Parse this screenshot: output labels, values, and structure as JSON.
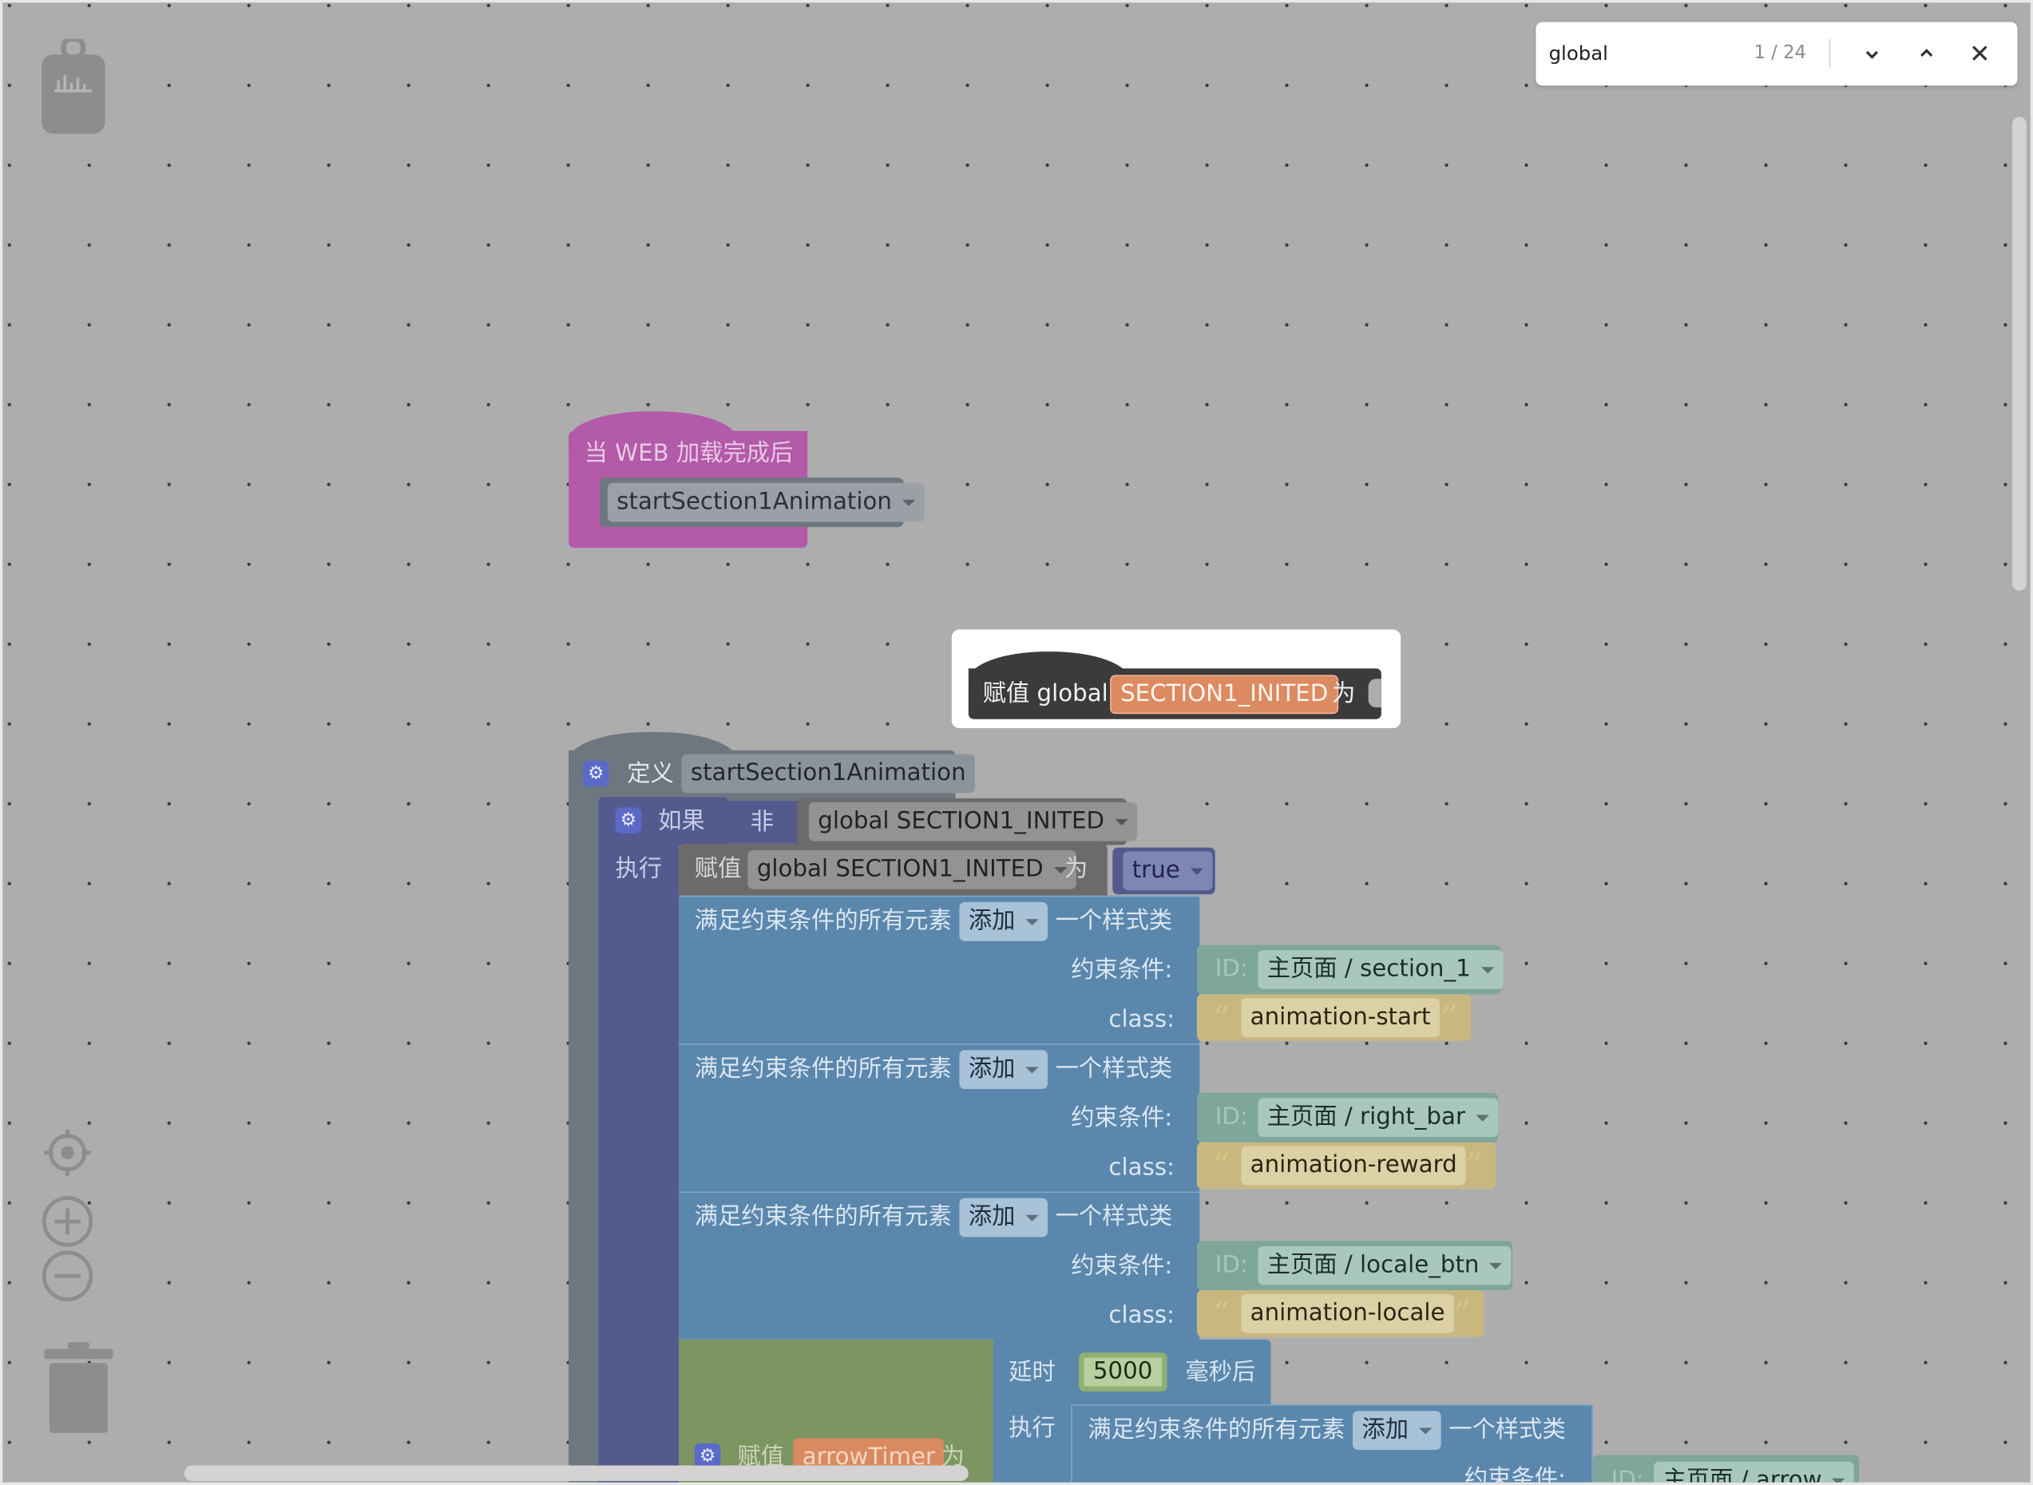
{
  "find": {
    "query": "global",
    "count": "1 / 24",
    "next_icon": "chevron-down-icon",
    "prev_icon": "chevron-up-icon",
    "close_icon": "close-icon"
  },
  "event": {
    "label": "当 WEB 加载完成后",
    "call": "startSection1Animation"
  },
  "highlight": {
    "prefix": "赋值 global",
    "var": "SECTION1_INITED",
    "suffix": "为"
  },
  "proc": {
    "define_label": "定义",
    "name": "startSection1Animation",
    "if_label": "如果",
    "not_label": "非",
    "cond_var": "global SECTION1_INITED",
    "do_label": "执行",
    "set_label": "赋值",
    "set_var": "global SECTION1_INITED",
    "set_to": "为",
    "set_value": "true",
    "classes": [
      {
        "title": "满足约束条件的所有元素",
        "action": "添加",
        "tail": "一个样式类",
        "cons_label": "约束条件:",
        "id_tag": "ID:",
        "id_value": "主页面 / section_1",
        "class_label": "class:",
        "class_value": "animation-start"
      },
      {
        "title": "满足约束条件的所有元素",
        "action": "添加",
        "tail": "一个样式类",
        "cons_label": "约束条件:",
        "id_tag": "ID:",
        "id_value": "主页面 / right_bar",
        "class_label": "class:",
        "class_value": "animation-reward"
      },
      {
        "title": "满足约束条件的所有元素",
        "action": "添加",
        "tail": "一个样式类",
        "cons_label": "约束条件:",
        "id_tag": "ID:",
        "id_value": "主页面 / locale_btn",
        "class_label": "class:",
        "class_value": "animation-locale"
      }
    ],
    "timer": {
      "set_label": "赋值",
      "var": "arrowTimer",
      "to": "为",
      "delay_label": "延时",
      "delay_value": "5000",
      "after": "毫秒后",
      "do_label": "执行",
      "cls": {
        "title": "满足约束条件的所有元素",
        "action": "添加",
        "tail": "一个样式类",
        "cons_label": "约束条件:",
        "id_tag": "ID:",
        "id_value": "主页面 / arrow"
      }
    }
  },
  "colors": {
    "workspace": "#adadad",
    "event": "#b35aa9",
    "procedure": "#6e7780",
    "logic": "#525a8e",
    "style": "#5b87ad",
    "timer": "#7d9561",
    "variable": "#dc8a62",
    "string": "#c8b880",
    "highlight_block": "#3b3b3b"
  }
}
